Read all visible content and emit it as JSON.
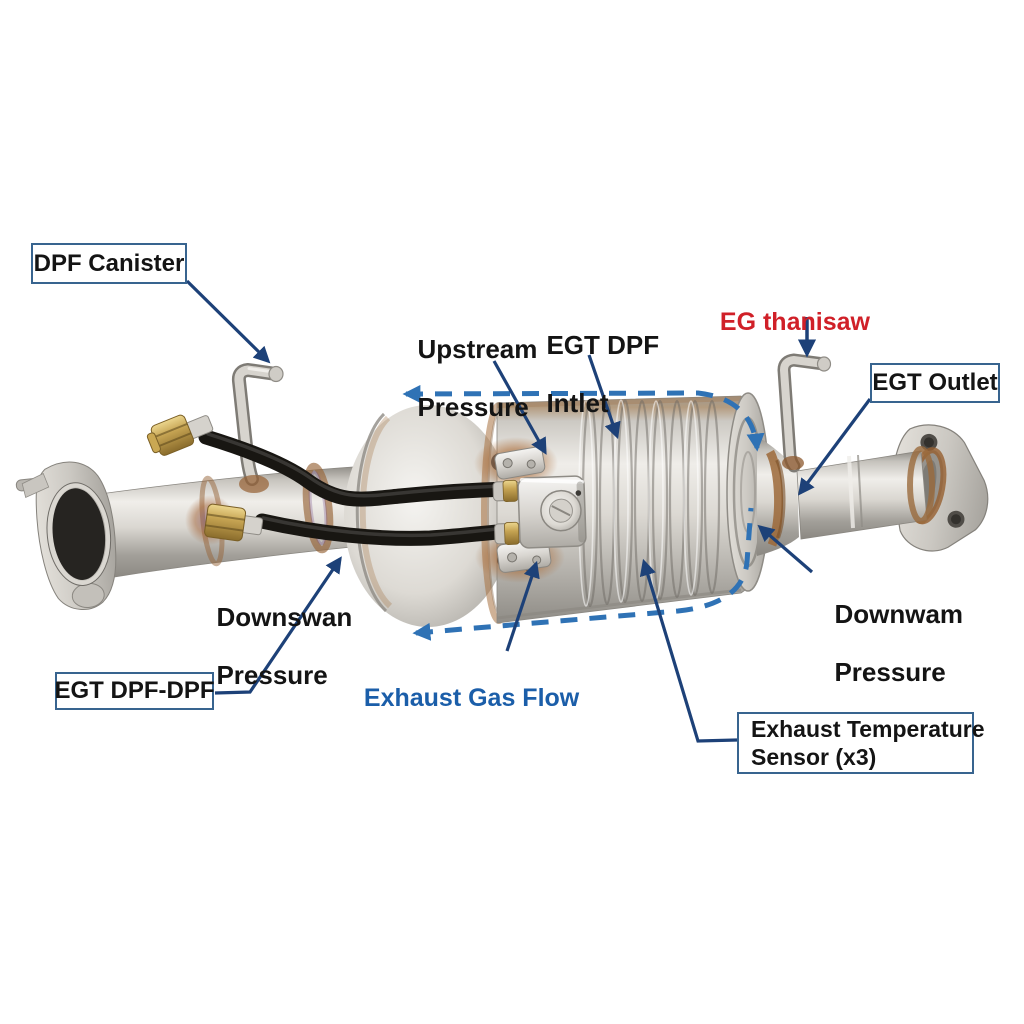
{
  "figure": {
    "title": "DPF exhaust assembly annotated diagram",
    "background": "#ffffff",
    "colors": {
      "arrow": "#1d4178",
      "flow_dash": "#2f72b5",
      "label_box_border": "#38648f",
      "text_dark": "#141414",
      "text_red": "#d02028",
      "text_blue": "#1b5ea9",
      "steel_light": "#f0eeea",
      "steel_mid": "#c9c6c0",
      "steel_dark": "#8f8c86",
      "heat_tint": "#a8713f",
      "hose_black": "#181612",
      "brass": "#c5a352"
    },
    "labels": {
      "dpf_canister": {
        "text": "DPF Canister"
      },
      "upstream_pressure": {
        "line1": "Upstream",
        "line2": "Pressure"
      },
      "egt_dpf_inlet": {
        "line1": "EGT DPF",
        "line2": "Intlet"
      },
      "eg_thanisaw": {
        "text": "EG thanisaw"
      },
      "egt_outlet": {
        "text": "EGT Outlet"
      },
      "downswan_pressure": {
        "line1": "Downswan",
        "line2": "Pressure"
      },
      "downwam_pressure": {
        "line1": "Downwam",
        "line2": "Pressure"
      },
      "exhaust_gas_flow": {
        "text": "Exhaust Gas Flow"
      },
      "egt_dpf_dpf": {
        "text": "EGT DPF-DPF"
      },
      "exhaust_temp_sensor": {
        "line1": "Exhaust Temperature",
        "line2": "Sensor (x3)"
      }
    }
  }
}
